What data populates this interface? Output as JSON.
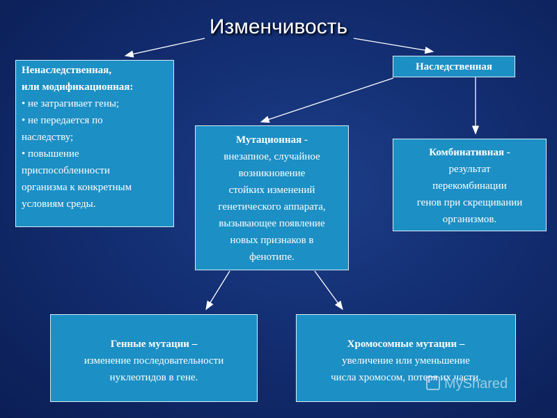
{
  "title": "Изменчивость",
  "nonhereditary": {
    "heading1": "Ненаследственная,",
    "heading2": "или модификационная:",
    "bullet1": "• не затрагивает гены;",
    "bullet2a": "• не передается по",
    "bullet2b": "наследству;",
    "bullet3a": "• повышение",
    "bullet3b": "приспособленности",
    "bullet3c": "организма к конкретным",
    "bullet3d": "условиям среды."
  },
  "hereditary": {
    "label": "Наследственная"
  },
  "mutational": {
    "heading": "Мутационная -",
    "lines": [
      "внезапное, случайное",
      "возникновение",
      "стойких изменений",
      "генетического аппарата,",
      "вызывающее появление",
      "новых признаков в",
      "фенотипе."
    ]
  },
  "combinative": {
    "heading": "Комбинативная -",
    "lines": [
      "результат",
      "перекомбинации",
      "генов при скрещивании",
      "организмов."
    ]
  },
  "gene": {
    "heading": "Генные мутации –",
    "lines": [
      "изменение последовательности",
      "нуклеотидов в гене."
    ]
  },
  "chromosomal": {
    "heading": "Хромосомные мутации –",
    "lines": [
      "увеличение или уменьшение",
      "числа хромосом, потеря их части."
    ]
  },
  "watermark": {
    "text": "MyShared"
  }
}
